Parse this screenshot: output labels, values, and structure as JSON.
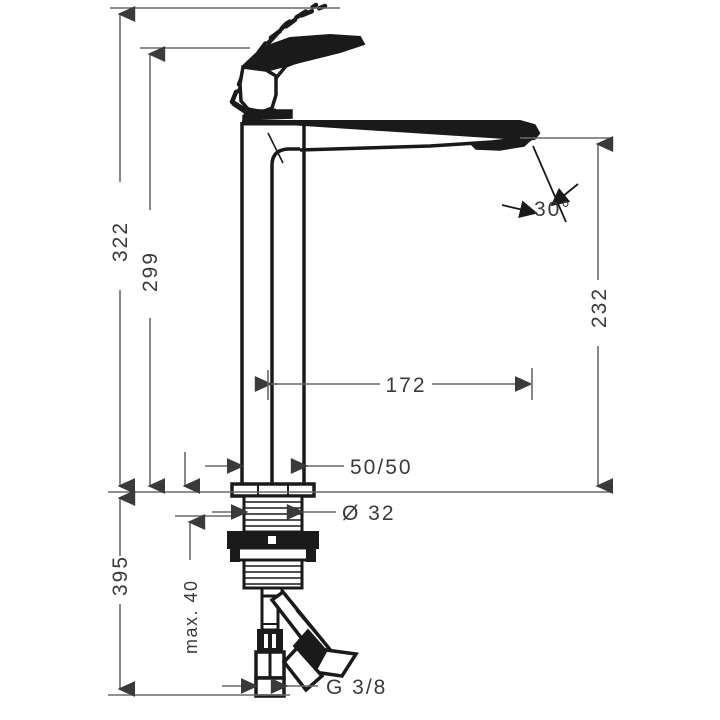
{
  "drawing": {
    "type": "technical-dimension-drawing",
    "subject": "single-lever basin mixer faucet",
    "units": "mm",
    "line_color": "#4a4a4a",
    "object_color": "#1a1a1a",
    "background": "#ffffff"
  },
  "dimensions": {
    "total_height": "322",
    "height_to_lever_top": "299",
    "spout_height": "232",
    "spout_reach": "172",
    "base_depth": "395",
    "max_deck_thickness": "max. 40",
    "base_diameter": "Ø 32",
    "handle_clearance": "50/50",
    "connection_thread": "G 3/8",
    "swivel_angle": "30°"
  },
  "labels": [
    {
      "id": "dim-322",
      "text": "322",
      "orientation": "vertical-left"
    },
    {
      "id": "dim-299",
      "text": "299",
      "orientation": "vertical-left"
    },
    {
      "id": "dim-232",
      "text": "232",
      "orientation": "vertical-right"
    },
    {
      "id": "dim-172",
      "text": "172",
      "orientation": "horizontal"
    },
    {
      "id": "dim-395",
      "text": "395",
      "orientation": "vertical-left"
    },
    {
      "id": "dim-max40",
      "text": "max. 40",
      "orientation": "vertical-left"
    },
    {
      "id": "dim-d32",
      "text": "Ø 32",
      "orientation": "horizontal"
    },
    {
      "id": "dim-5050",
      "text": "50/50",
      "orientation": "horizontal"
    },
    {
      "id": "dim-g38",
      "text": "G 3/8",
      "orientation": "horizontal"
    },
    {
      "id": "dim-30deg",
      "text": "30°",
      "orientation": "horizontal"
    }
  ]
}
